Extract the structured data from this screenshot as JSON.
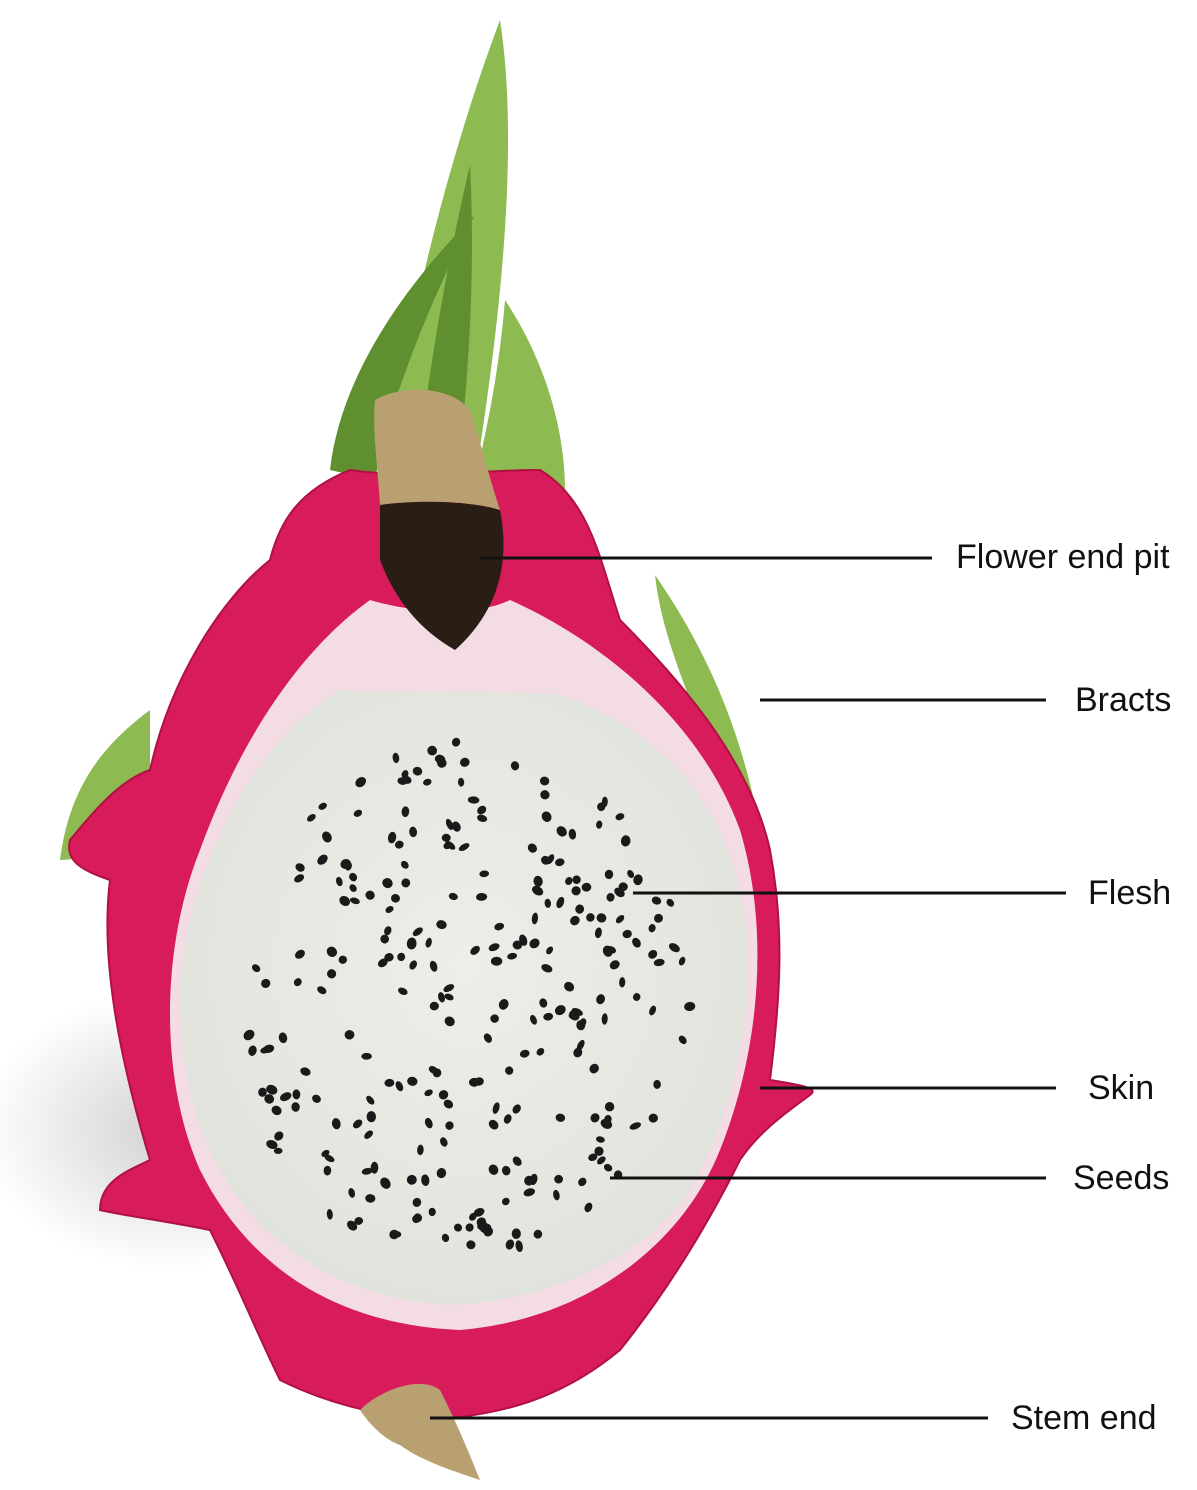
{
  "colors": {
    "skin": "#d81b5a",
    "skin_dark": "#b0123f",
    "rind_inner": "#f3dce3",
    "flesh": "#e9ebe6",
    "seed": "#1a1a1a",
    "bract": "#8dbb52",
    "bract_dark": "#5f8f2e",
    "pit": "#2a1e14",
    "stem": "#b8a070",
    "leader_line": "#111111"
  },
  "icons": [
    "dragon-fruit-cross-section-illustration"
  ],
  "labels": {
    "flower_end_pit": "Flower end pit",
    "bracts": "Bracts",
    "flesh": "Flesh",
    "skin": "Skin",
    "seeds": "Seeds",
    "stem_end": "Stem end"
  }
}
